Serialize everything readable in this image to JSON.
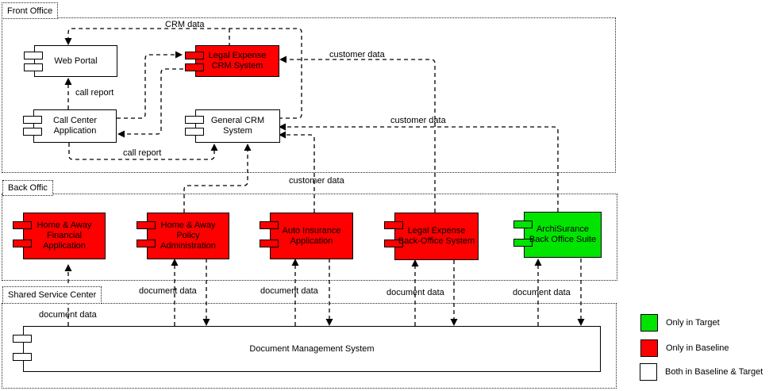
{
  "groups": {
    "front_office": "Front Office",
    "back_office": "Back Offic",
    "shared_service_center": "Shared Service Center"
  },
  "components": [
    {
      "id": "web-portal",
      "label": "Web Portal",
      "color": "#ffffff"
    },
    {
      "id": "legal-expense-crm-system",
      "label": "Legal Expense CRM System",
      "color": "#ff0000"
    },
    {
      "id": "call-center-application",
      "label": "Call Center Application",
      "color": "#ffffff"
    },
    {
      "id": "general-crm-system",
      "label": "General CRM System",
      "color": "#ffffff"
    },
    {
      "id": "home-away-financial-application",
      "label": "Home & Away Financial Application",
      "color": "#ff0000"
    },
    {
      "id": "home-away-policy-administration",
      "label": "Home & Away Policy Administration",
      "color": "#ff0000"
    },
    {
      "id": "auto-insurance-application",
      "label": "Auto Insurance Application",
      "color": "#ff0000"
    },
    {
      "id": "legal-expense-back-office-system",
      "label": "Legal Expense Back-Office System",
      "color": "#ff0000"
    },
    {
      "id": "archisurance-back-office-suite",
      "label": "ArchiSurance Back Office Suite",
      "color": "#00e400"
    },
    {
      "id": "document-management-system",
      "label": "Document Management System",
      "color": "#ffffff"
    }
  ],
  "flow_labels": [
    {
      "id": "crm-data",
      "text": "CRM data"
    },
    {
      "id": "call-report-top",
      "text": "call report"
    },
    {
      "id": "call-report-bottom",
      "text": "call report"
    },
    {
      "id": "customer-data-top",
      "text": "customer data"
    },
    {
      "id": "customer-data-mid",
      "text": "customer data"
    },
    {
      "id": "customer-data-low",
      "text": "customer data"
    },
    {
      "id": "document-data-financial",
      "text": "document data"
    },
    {
      "id": "document-data-policy",
      "text": "document data"
    },
    {
      "id": "document-data-auto",
      "text": "document data"
    },
    {
      "id": "document-data-legal-bo",
      "text": "document data"
    },
    {
      "id": "document-data-archisurance",
      "text": "document data"
    }
  ],
  "legend": [
    {
      "label": "Only in Target",
      "color": "#00e400"
    },
    {
      "label": "Only in Baseline",
      "color": "#ff0000"
    },
    {
      "label": "Both  in Baseline & Target",
      "color": "#ffffff"
    }
  ]
}
